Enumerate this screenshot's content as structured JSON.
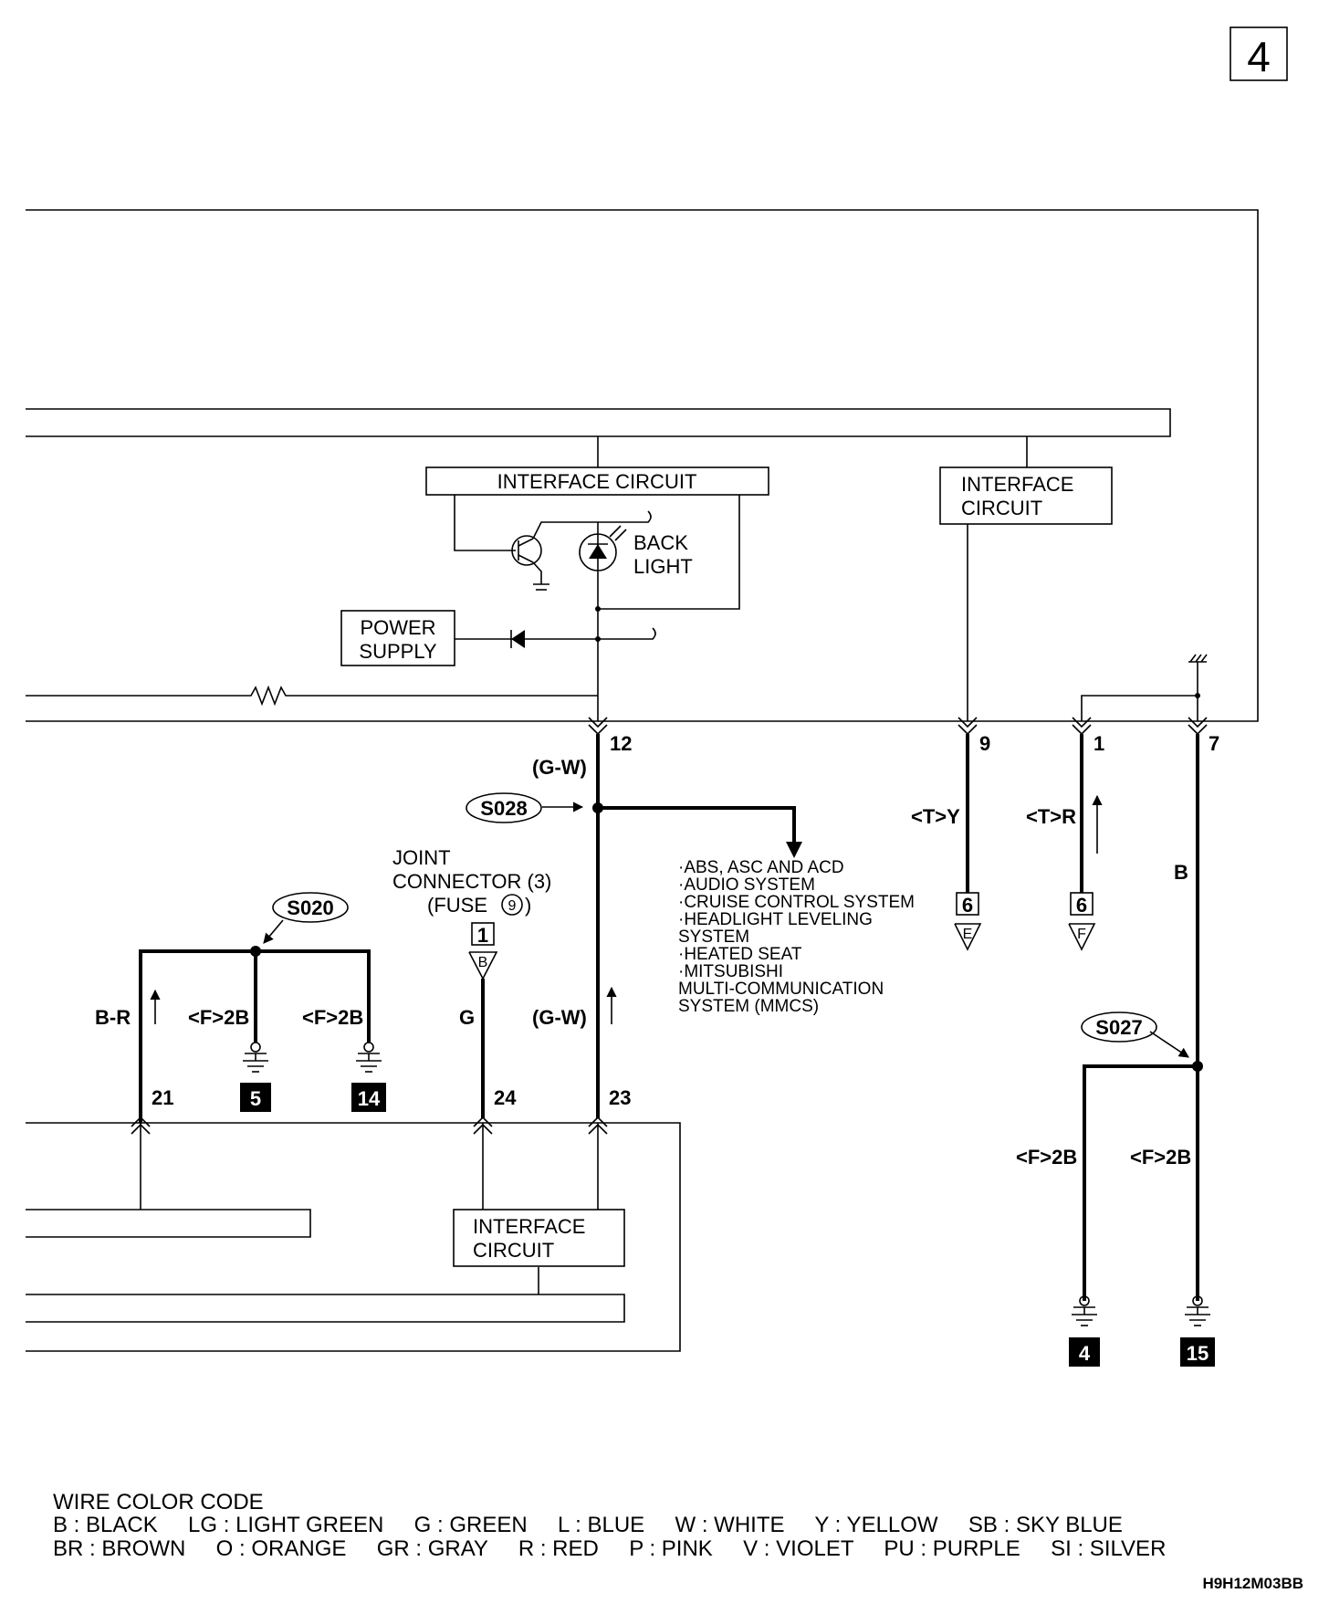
{
  "page_number": "4",
  "interface_circuits": {
    "upper_center": "INTERFACE CIRCUIT",
    "upper_right_line1": "INTERFACE",
    "upper_right_line2": "CIRCUIT",
    "lower_line1": "INTERFACE",
    "lower_line2": "CIRCUIT"
  },
  "back_light": {
    "line1": "BACK",
    "line2": "LIGHT"
  },
  "power_supply": {
    "line1": "POWER",
    "line2": "SUPPLY"
  },
  "pins": {
    "p12": "12",
    "p9": "9",
    "p1": "1",
    "p7": "7",
    "p21": "21",
    "p24": "24",
    "p23": "23"
  },
  "wires": {
    "gw_top": "(G-W)",
    "ty": "<T>Y",
    "tr": "<T>R",
    "b": "B",
    "br": "B-R",
    "f2b_a": "<F>2B",
    "f2b_b": "<F>2B",
    "g": "G",
    "gw_bottom": "(G-W)",
    "f2b_c": "<F>2B",
    "f2b_d": "<F>2B"
  },
  "splices": {
    "s028": "S028",
    "s020": "S020",
    "s027": "S027"
  },
  "joint_connector": {
    "line1": "JOINT",
    "line2": "CONNECTOR (3)",
    "line3": "(FUSE",
    "fuse_no": "9",
    "line3_end": ")",
    "conn_no": "1",
    "conn_letter": "B"
  },
  "connectors": {
    "e": {
      "num": "6",
      "letter": "E"
    },
    "f": {
      "num": "6",
      "letter": "F"
    }
  },
  "grounds": {
    "g5": "5",
    "g14": "14",
    "g4": "4",
    "g15": "15"
  },
  "systems": [
    "·ABS, ASC AND ACD",
    "·AUDIO SYSTEM",
    "·CRUISE CONTROL SYSTEM",
    "·HEADLIGHT LEVELING",
    " SYSTEM",
    "·HEATED SEAT",
    "·MITSUBISHI",
    " MULTI-COMMUNICATION",
    " SYSTEM (MMCS)"
  ],
  "legend": {
    "title": "WIRE COLOR CODE",
    "row1": "B : BLACK     LG : LIGHT GREEN     G : GREEN     L : BLUE     W : WHITE     Y : YELLOW     SB : SKY BLUE",
    "row2": "BR : BROWN     O : ORANGE     GR : GRAY     R : RED     P : PINK     V : VIOLET     PU : PURPLE     SI : SILVER"
  },
  "diagram_code": "H9H12M03BB"
}
